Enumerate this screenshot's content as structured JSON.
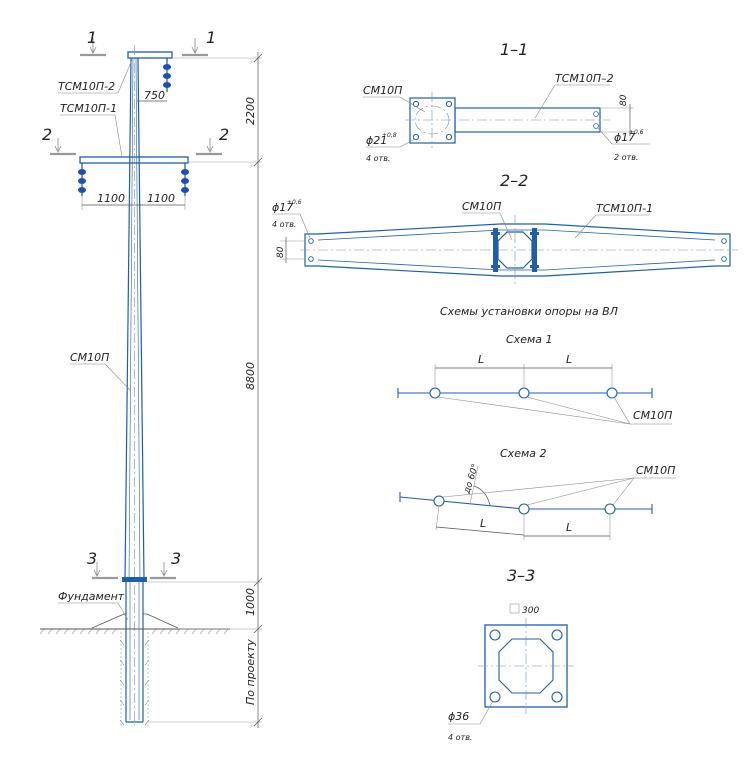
{
  "left_view": {
    "section_marks": [
      "1",
      "1",
      "2",
      "2",
      "3",
      "3"
    ],
    "label_tsm2": "ТСМ10П-2",
    "label_tsm1": "ТСМ10П-1",
    "label_pole": "СМ10П",
    "label_foundation": "Фундамент",
    "dim_750": "750",
    "dim_1100_left": "1100",
    "dim_1100_right": "1100",
    "dim_2200": "2200",
    "dim_8800": "8800",
    "dim_1000": "1000",
    "dim_project": "По проекту"
  },
  "section_1_1": {
    "title": "1–1",
    "label_pole": "СМ10П",
    "label_traverse": "ТСМ10П–2",
    "dim_80": "80",
    "hole_left": "ϕ21",
    "hole_left_tol": "+0,8",
    "hole_left_count": "4 отв.",
    "hole_right": "ϕ17",
    "hole_right_tol": "+0,6",
    "hole_right_count": "2 отв."
  },
  "section_2_2": {
    "title": "2–2",
    "label_pole": "СМ10П",
    "label_traverse": "ТСМ10П-1",
    "hole": "ϕ17",
    "hole_tol": "+0,6",
    "hole_count": "4 отв.",
    "dim_80": "80"
  },
  "schemes": {
    "title": "Схемы установки опоры на ВЛ",
    "scheme1_title": "Схема 1",
    "scheme1_L1": "L",
    "scheme1_L2": "L",
    "scheme1_label": "СМ10П",
    "scheme2_title": "Схема 2",
    "scheme2_angle": "до 60°",
    "scheme2_L1": "L",
    "scheme2_L2": "L",
    "scheme2_label": "СМ10П"
  },
  "section_3_3": {
    "title": "3–3",
    "size": "300",
    "hole": "ϕ36",
    "hole_count": "4 отв."
  },
  "colors": {
    "drawing_blue": "#1f5fa8",
    "insulator_blue": "#1b4fb0",
    "dimension_gray": "#555555"
  }
}
